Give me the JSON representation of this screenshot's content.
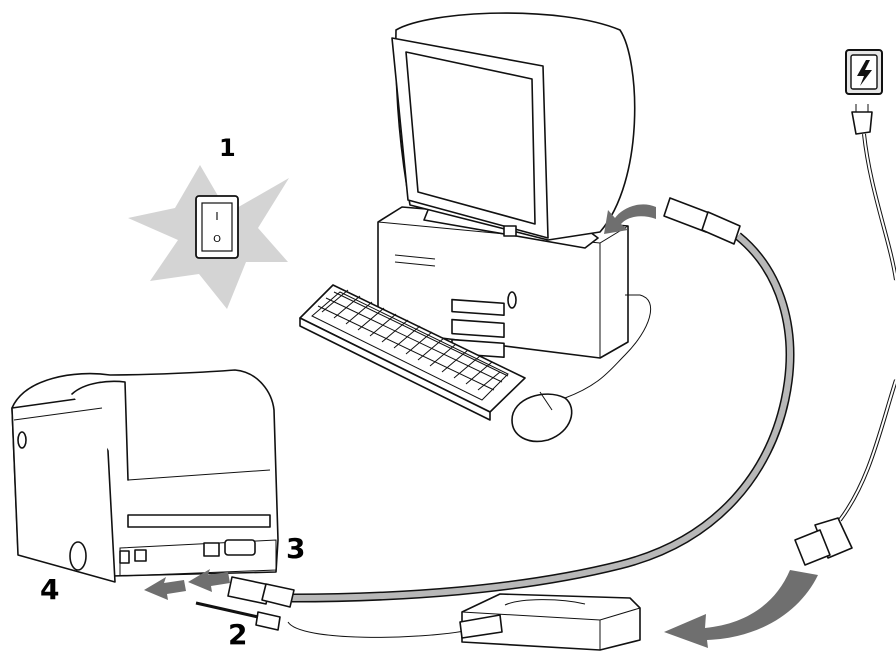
{
  "steps": {
    "power_switch": "1",
    "power_adapter_plug": "2",
    "usb_to_printer": "3",
    "printer_power_input": "4"
  },
  "symbols": {
    "power_switch_on": "I",
    "power_switch_off": "O"
  },
  "icons": [
    "lightning-icon",
    "star-burst-icon",
    "arrow-icon"
  ],
  "colors": {
    "arrow_gray": "#6f6f6f",
    "star_gray": "#d4d4d4",
    "usb_cable": "#b8b8b8",
    "outline": "#111111"
  }
}
